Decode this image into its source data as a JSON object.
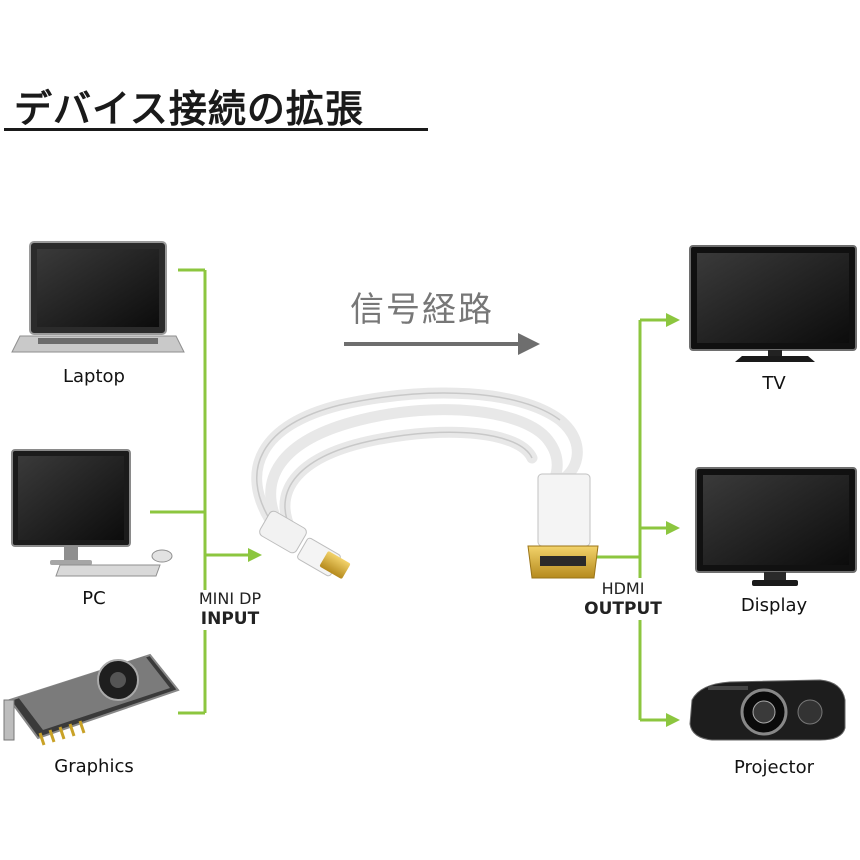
{
  "title": "デバイス接続の拡張",
  "flow_label": "信号経路",
  "sources": [
    {
      "name": "Laptop"
    },
    {
      "name": "PC"
    },
    {
      "name": "Graphics"
    }
  ],
  "targets": [
    {
      "name": "TV"
    },
    {
      "name": "Display"
    },
    {
      "name": "Projector"
    }
  ],
  "input_port": {
    "line1": "MINI DP",
    "line2": "INPUT"
  },
  "output_port": {
    "line1": "HDMI",
    "line2": "OUTPUT"
  },
  "colors": {
    "connector_green": "#8cc63f",
    "arrow_gray": "#6e6e6e",
    "title_rule": "#1a1a1a"
  },
  "icons": [
    "laptop-icon",
    "desktop-pc-icon",
    "graphics-card-icon",
    "cable-icon",
    "tv-icon",
    "monitor-icon",
    "projector-icon"
  ]
}
